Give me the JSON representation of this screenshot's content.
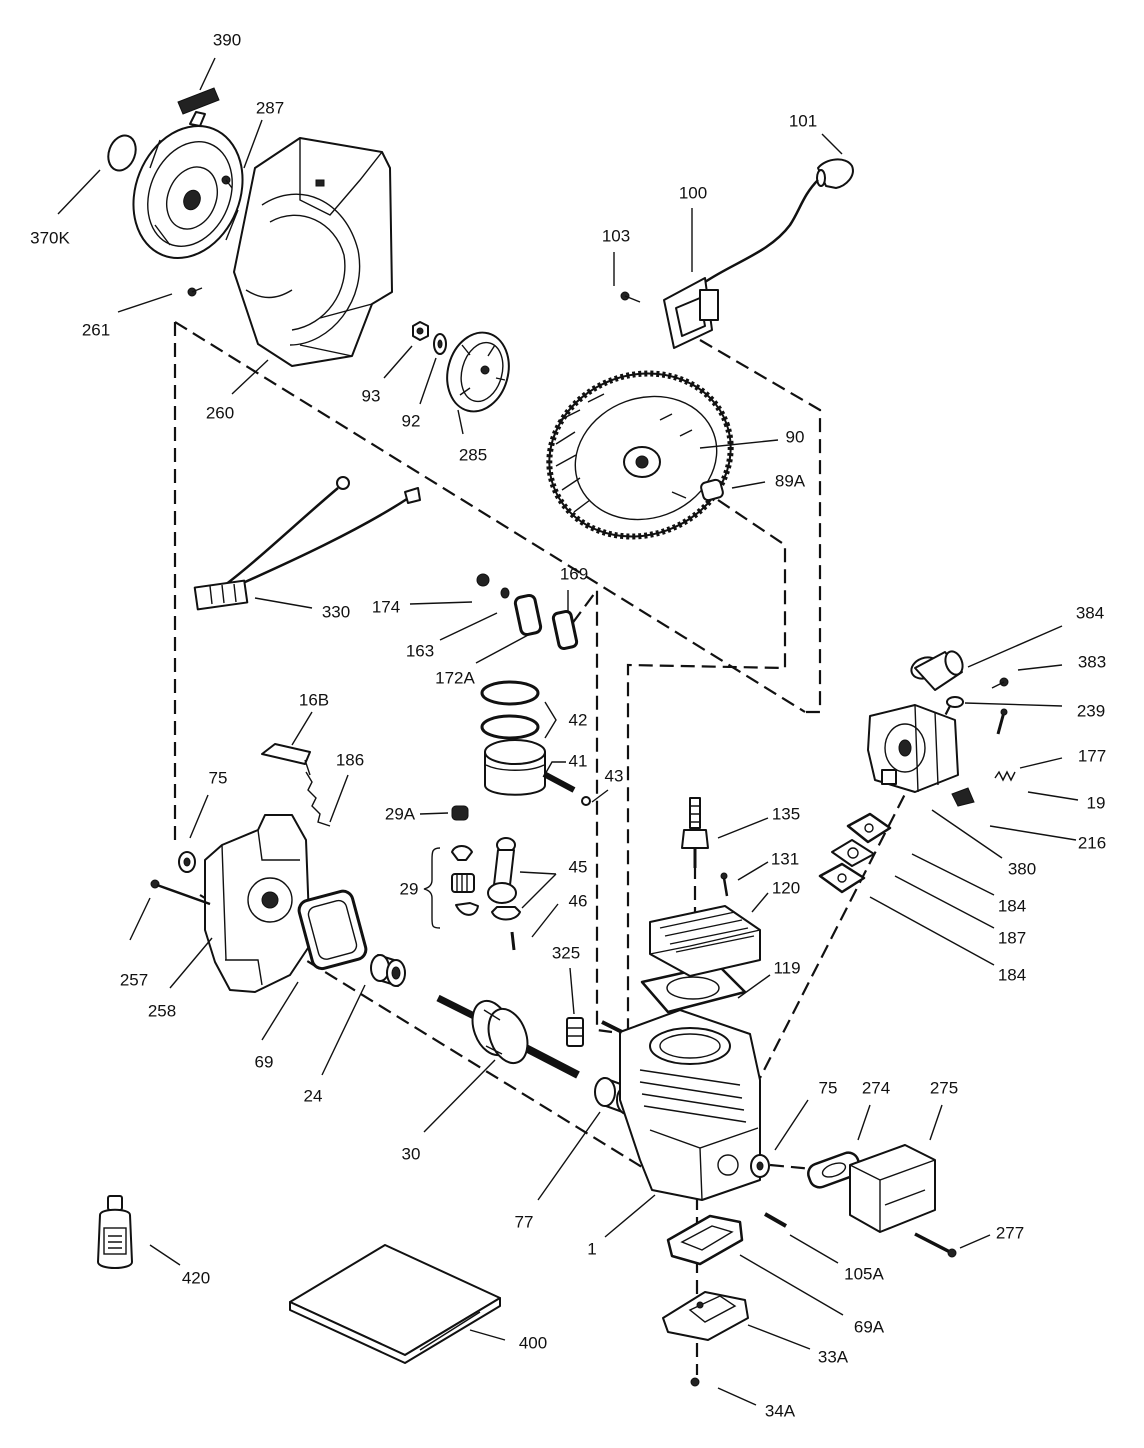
{
  "diagram": {
    "callouts": [
      "390",
      "287",
      "370K",
      "261",
      "260",
      "93",
      "92",
      "285",
      "101",
      "100",
      "103",
      "90",
      "89A",
      "330",
      "174",
      "169",
      "163",
      "172A",
      "384",
      "383",
      "239",
      "16B",
      "42",
      "186",
      "75",
      "41",
      "43",
      "177",
      "29A",
      "135",
      "19",
      "380",
      "216",
      "45",
      "29",
      "131",
      "120",
      "46",
      "184",
      "187",
      "257",
      "325",
      "258",
      "184",
      "119",
      "69",
      "24",
      "75",
      "274",
      "275",
      "30",
      "77",
      "277",
      "1",
      "105A",
      "420",
      "69A",
      "400",
      "33A",
      "34A"
    ]
  }
}
